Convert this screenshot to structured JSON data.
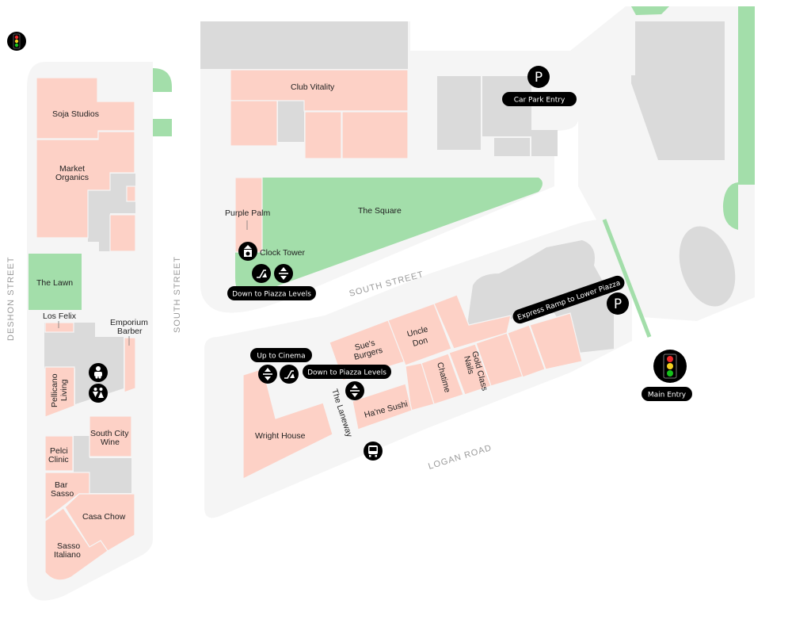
{
  "map": {
    "colors": {
      "block": "#f5f5f5",
      "store": "#fdd1c6",
      "service": "#dadada",
      "green": "#a3deaa",
      "icon": "#000000",
      "street_text": "#9a9a9a"
    },
    "streets": {
      "deshon": "DESHON STREET",
      "south_vertical": "SOUTH STREET",
      "south_diagonal": "SOUTH STREET",
      "logan": "LOGAN ROAD"
    },
    "stores": {
      "soja_studios": "Soja Studios",
      "market_organics_1": "Market",
      "market_organics_2": "Organics",
      "the_lawn": "The Lawn",
      "los_felix": "Los Felix",
      "emporium_1": "Emporium",
      "emporium_2": "Barber",
      "pellicano_1": "Pellicano",
      "pellicano_2": "Living",
      "south_city_1": "South City",
      "south_city_2": "Wine",
      "pelci_1": "Pelci",
      "pelci_2": "Clinic",
      "bar_sasso_1": "Bar",
      "bar_sasso_2": "Sasso",
      "casa_chow": "Casa Chow",
      "sasso_italiano_1": "Sasso",
      "sasso_italiano_2": "Italiano",
      "club_vitality": "Club Vitality",
      "purple_palm": "Purple Palm",
      "the_square": "The Square",
      "clock_tower": "Clock Tower",
      "sues_1": "Sue's",
      "sues_2": "Burgers",
      "uncle_1": "Uncle",
      "uncle_2": "Don",
      "chatime": "Chatime",
      "gold_1": "Gold Class",
      "gold_2": "Nails",
      "hane_sushi": "Ha'ne Sushi",
      "wright_house": "Wright House",
      "the_laneway": "The Laneway"
    },
    "pills": {
      "car_park_entry": "Car Park Entry",
      "down_piazza_top": "Down to Piazza Levels",
      "up_cinema": "Up to Cinema",
      "down_piazza_bottom": "Down to Piazza  Levels",
      "express_ramp": "Express Ramp to Lower Piazza",
      "main_entry": "Main Entry"
    },
    "icons": {
      "parking_letter": "P"
    }
  }
}
